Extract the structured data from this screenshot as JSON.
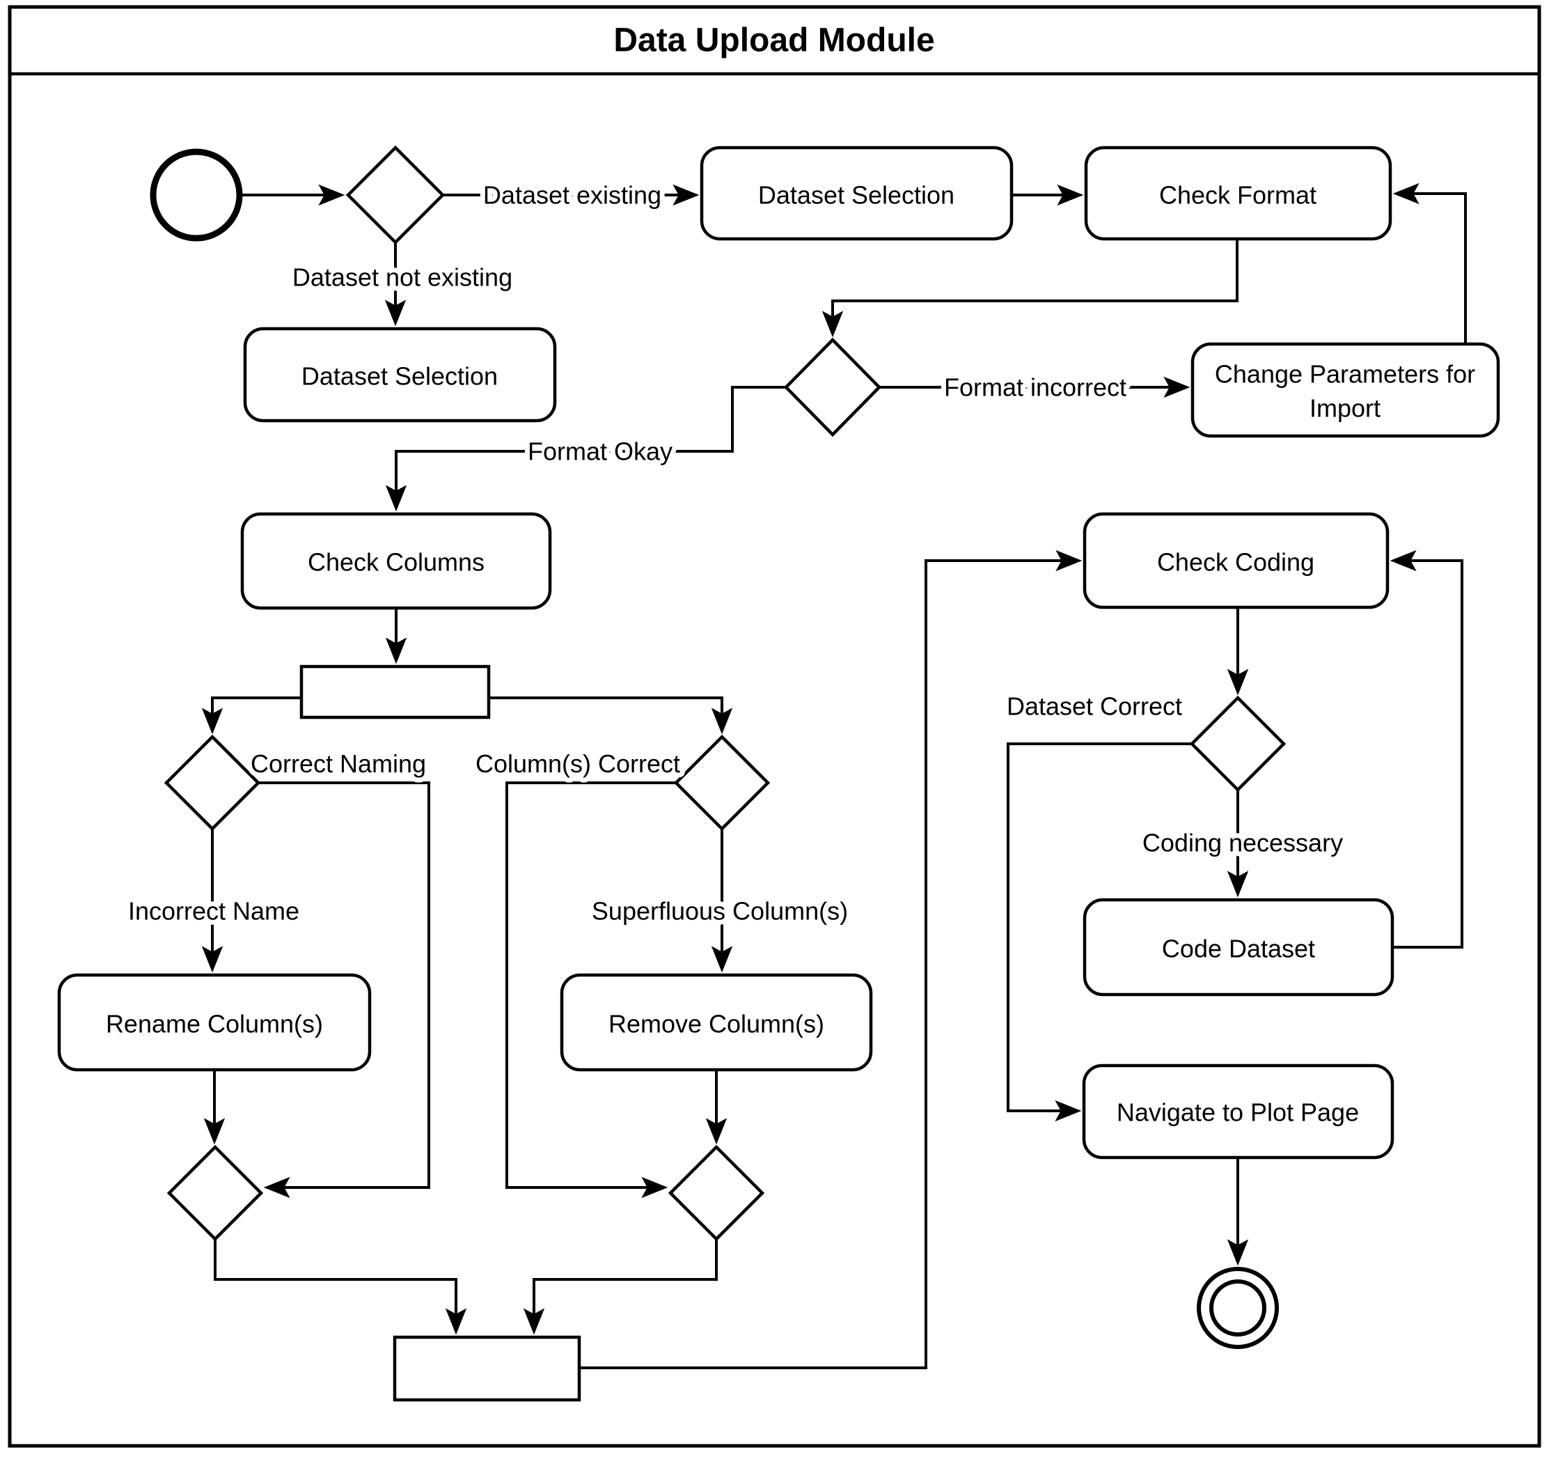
{
  "title": "Data Upload Module",
  "nodes": {
    "dataset_selection_top": "Dataset Selection",
    "check_format": "Check Format",
    "dataset_selection_new": "Dataset Selection",
    "change_parameters_line1": "Change Parameters for",
    "change_parameters_line2": "Import",
    "check_columns": "Check Columns",
    "rename_columns": "Rename Column(s)",
    "remove_columns": "Remove Column(s)",
    "check_coding": "Check Coding",
    "code_dataset": "Code Dataset",
    "navigate_plot_page": "Navigate to Plot Page"
  },
  "edges": {
    "dataset_existing": "Dataset existing",
    "dataset_not_existing": "Dataset not existing",
    "format_incorrect": "Format incorrect",
    "format_okay": "Format Okay",
    "correct_naming": "Correct Naming",
    "incorrect_name": "Incorrect Name",
    "columns_correct": "Column(s) Correct",
    "superfluous_columns": "Superfluous Column(s)",
    "dataset_correct": "Dataset Correct",
    "coding_necessary": "Coding necessary"
  },
  "colors": {
    "line": "#000000",
    "background": "#ffffff"
  }
}
